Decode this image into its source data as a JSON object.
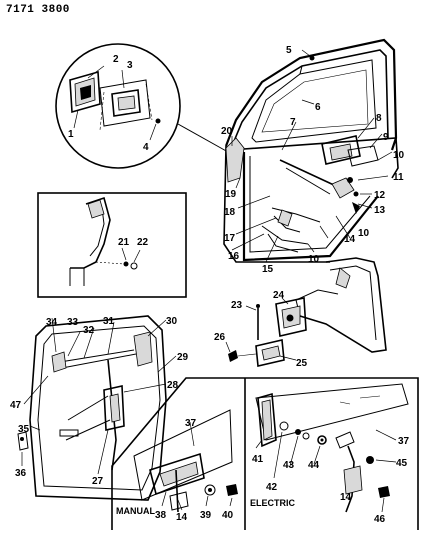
{
  "header": {
    "code": "7171 3800"
  },
  "panels": {
    "manual": "MANUAL",
    "electric": "ELECTRIC"
  },
  "callouts": {
    "c1": "1",
    "c2": "2",
    "c3": "3",
    "c4": "4",
    "c5": "5",
    "c6": "6",
    "c7": "7",
    "c8": "8",
    "c9": "9",
    "c10a": "10",
    "c10b": "10",
    "c10c": "10",
    "c11": "11",
    "c12": "12",
    "c13": "13",
    "c14a": "14",
    "c15": "15",
    "c16": "16",
    "c17": "17",
    "c18": "18",
    "c19": "19",
    "c20": "20",
    "c21": "21",
    "c22": "22",
    "c23": "23",
    "c24": "24",
    "c25": "25",
    "c26": "26",
    "c27": "27",
    "c28": "28",
    "c29": "29",
    "c30": "30",
    "c31": "31",
    "c32": "32",
    "c33": "33",
    "c34": "34",
    "c35": "35",
    "c36": "36",
    "c37a": "37",
    "c38": "38",
    "c14b": "14",
    "c39": "39",
    "c40": "40",
    "c37b": "37",
    "c41": "41",
    "c42": "42",
    "c43": "43",
    "c44": "44",
    "c45": "45",
    "c14c": "14",
    "c46": "46",
    "c47": "47"
  },
  "icons": [
    "door-frame-diagram",
    "inner-handle-detail",
    "latch-detail",
    "window-regulator-diagram"
  ]
}
